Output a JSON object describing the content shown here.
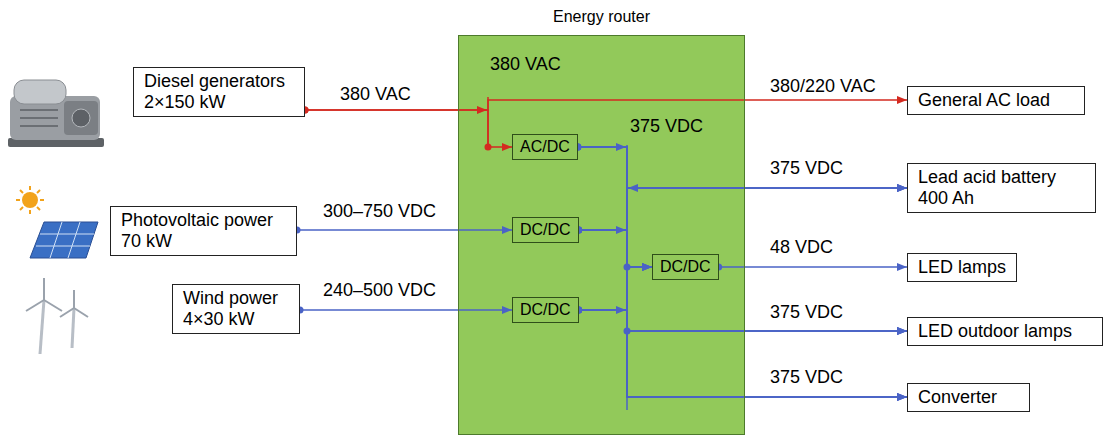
{
  "diagram": {
    "nodes": [
      {
        "text": [
          "Energy router"
        ]
      },
      {
        "text": [
          "Diesel generators 2×150 kW"
        ]
      },
      {
        "text": [
          "Photovoltaic power 70 kW"
        ]
      },
      {
        "text": [
          "Wind power 4×30 kW"
        ]
      },
      {
        "text": [
          "AC/DC"
        ],
        "in": 0
      },
      {
        "text": [
          "DC/DC"
        ],
        "in": 0
      },
      {
        "text": [
          "DC/DC"
        ],
        "in": 0
      },
      {
        "text": [
          "DC/DC"
        ],
        "in": 0
      },
      {
        "text": [
          "General AC load"
        ]
      },
      {
        "text": [
          "Lead acid battery 400 Ah"
        ]
      },
      {
        "text": [
          "LED lamps"
        ]
      },
      {
        "text": [
          "LED outdoor lamps"
        ]
      },
      {
        "text": [
          "Converter"
        ]
      }
    ],
    "edges": [
      {
        "from": 1,
        "to": 8,
        "arrow": "to",
        "label": "380/220 VAC"
      },
      {
        "from": 1,
        "to": 4,
        "arrow": "to",
        "label": "380 VAC"
      },
      {
        "from": 2,
        "to": 5,
        "arrow": "to",
        "label": "300–750 VDC"
      },
      {
        "from": 3,
        "to": 6,
        "arrow": "to",
        "label": "240–500 VDC"
      },
      {
        "from": 4,
        "to": 9,
        "arrow": "to",
        "label": "375 VDC"
      },
      {
        "from": 4,
        "to": 7,
        "arrow": "to"
      },
      {
        "from": 4,
        "to": 11,
        "arrow": "to",
        "label": "375 VDC"
      },
      {
        "from": 4,
        "to": 12,
        "arrow": "to",
        "label": "375 VDC"
      },
      {
        "from": 5,
        "to": 9,
        "arrow": "to"
      },
      {
        "from": 5,
        "to": 7,
        "arrow": "to"
      },
      {
        "from": 5,
        "to": 11,
        "arrow": "to"
      },
      {
        "from": 5,
        "to": 12,
        "arrow": "to"
      },
      {
        "from": 6,
        "to": 9,
        "arrow": "to"
      },
      {
        "from": 6,
        "to": 7,
        "arrow": "to"
      },
      {
        "from": 6,
        "to": 11,
        "arrow": "to"
      },
      {
        "from": 6,
        "to": 12,
        "arrow": "to"
      },
      {
        "from": 7,
        "to": 10,
        "arrow": "to",
        "label": "48 VDC"
      }
    ],
    "labels": [
      "380 VAC",
      "375 VDC"
    ]
  }
}
